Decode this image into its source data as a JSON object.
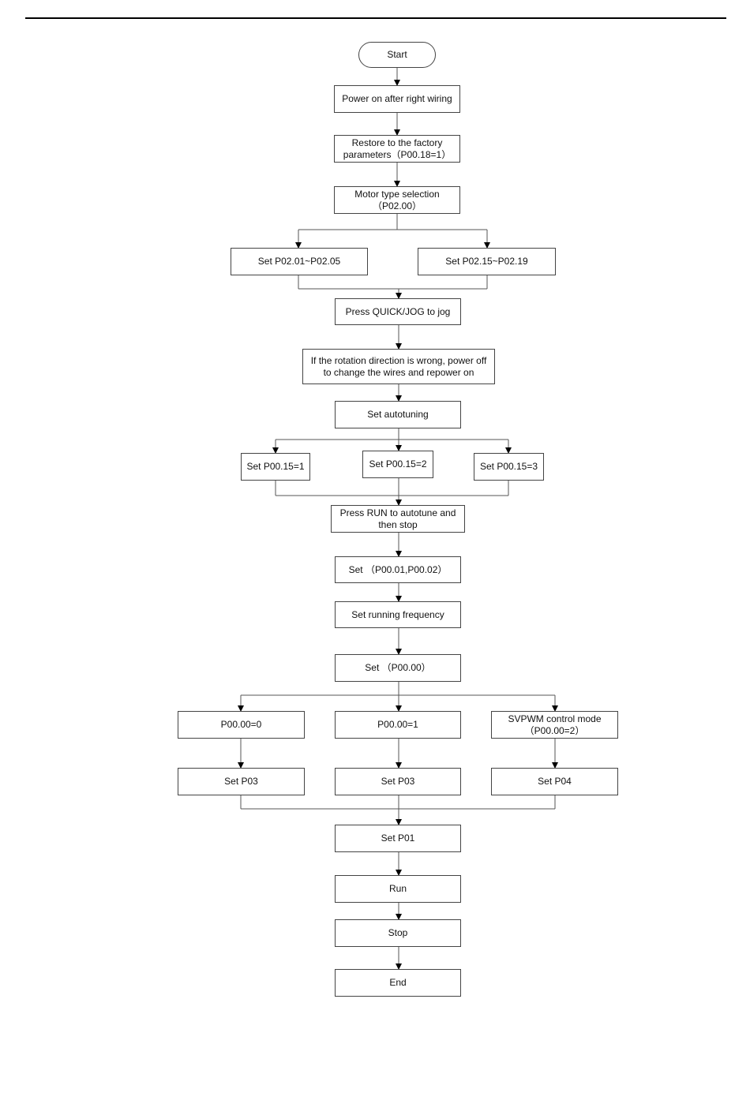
{
  "nodes": {
    "start": "Start",
    "power_on": "Power on after right wiring",
    "restore_1": "Restore to the factory",
    "restore_2": "parameters（P00.18=1）",
    "motor_1": "Motor type selection",
    "motor_2": "（P02.00）",
    "set_p0201": "Set P02.01~P02.05",
    "set_p0215": "Set P02.15~P02.19",
    "quick_jog": "Press QUICK/JOG to jog",
    "rotation_1": "If the rotation direction is wrong, power off",
    "rotation_2": "to change the wires and repower on",
    "autotuning": "Set autotuning",
    "p0015_1": "Set P00.15=1",
    "p0015_2": "Set P00.15=2",
    "p0015_3": "Set P00.15=3",
    "run_tune_1": "Press RUN to autotune and",
    "run_tune_2": "then stop",
    "set_p0001": "Set （P00.01,P00.02）",
    "set_freq": "Set running frequency",
    "set_p0000": "Set （P00.00）",
    "p0000_0": "P00.00=0",
    "p0000_1": "P00.00=1",
    "svpwm_1": "SVPWM control mode",
    "svpwm_2": "（P00.00=2）",
    "set_p03_a": "Set P03",
    "set_p03_b": "Set P03",
    "set_p04": "Set P04",
    "set_p01": "Set P01",
    "run": "Run",
    "stop": "Stop",
    "end": "End"
  }
}
